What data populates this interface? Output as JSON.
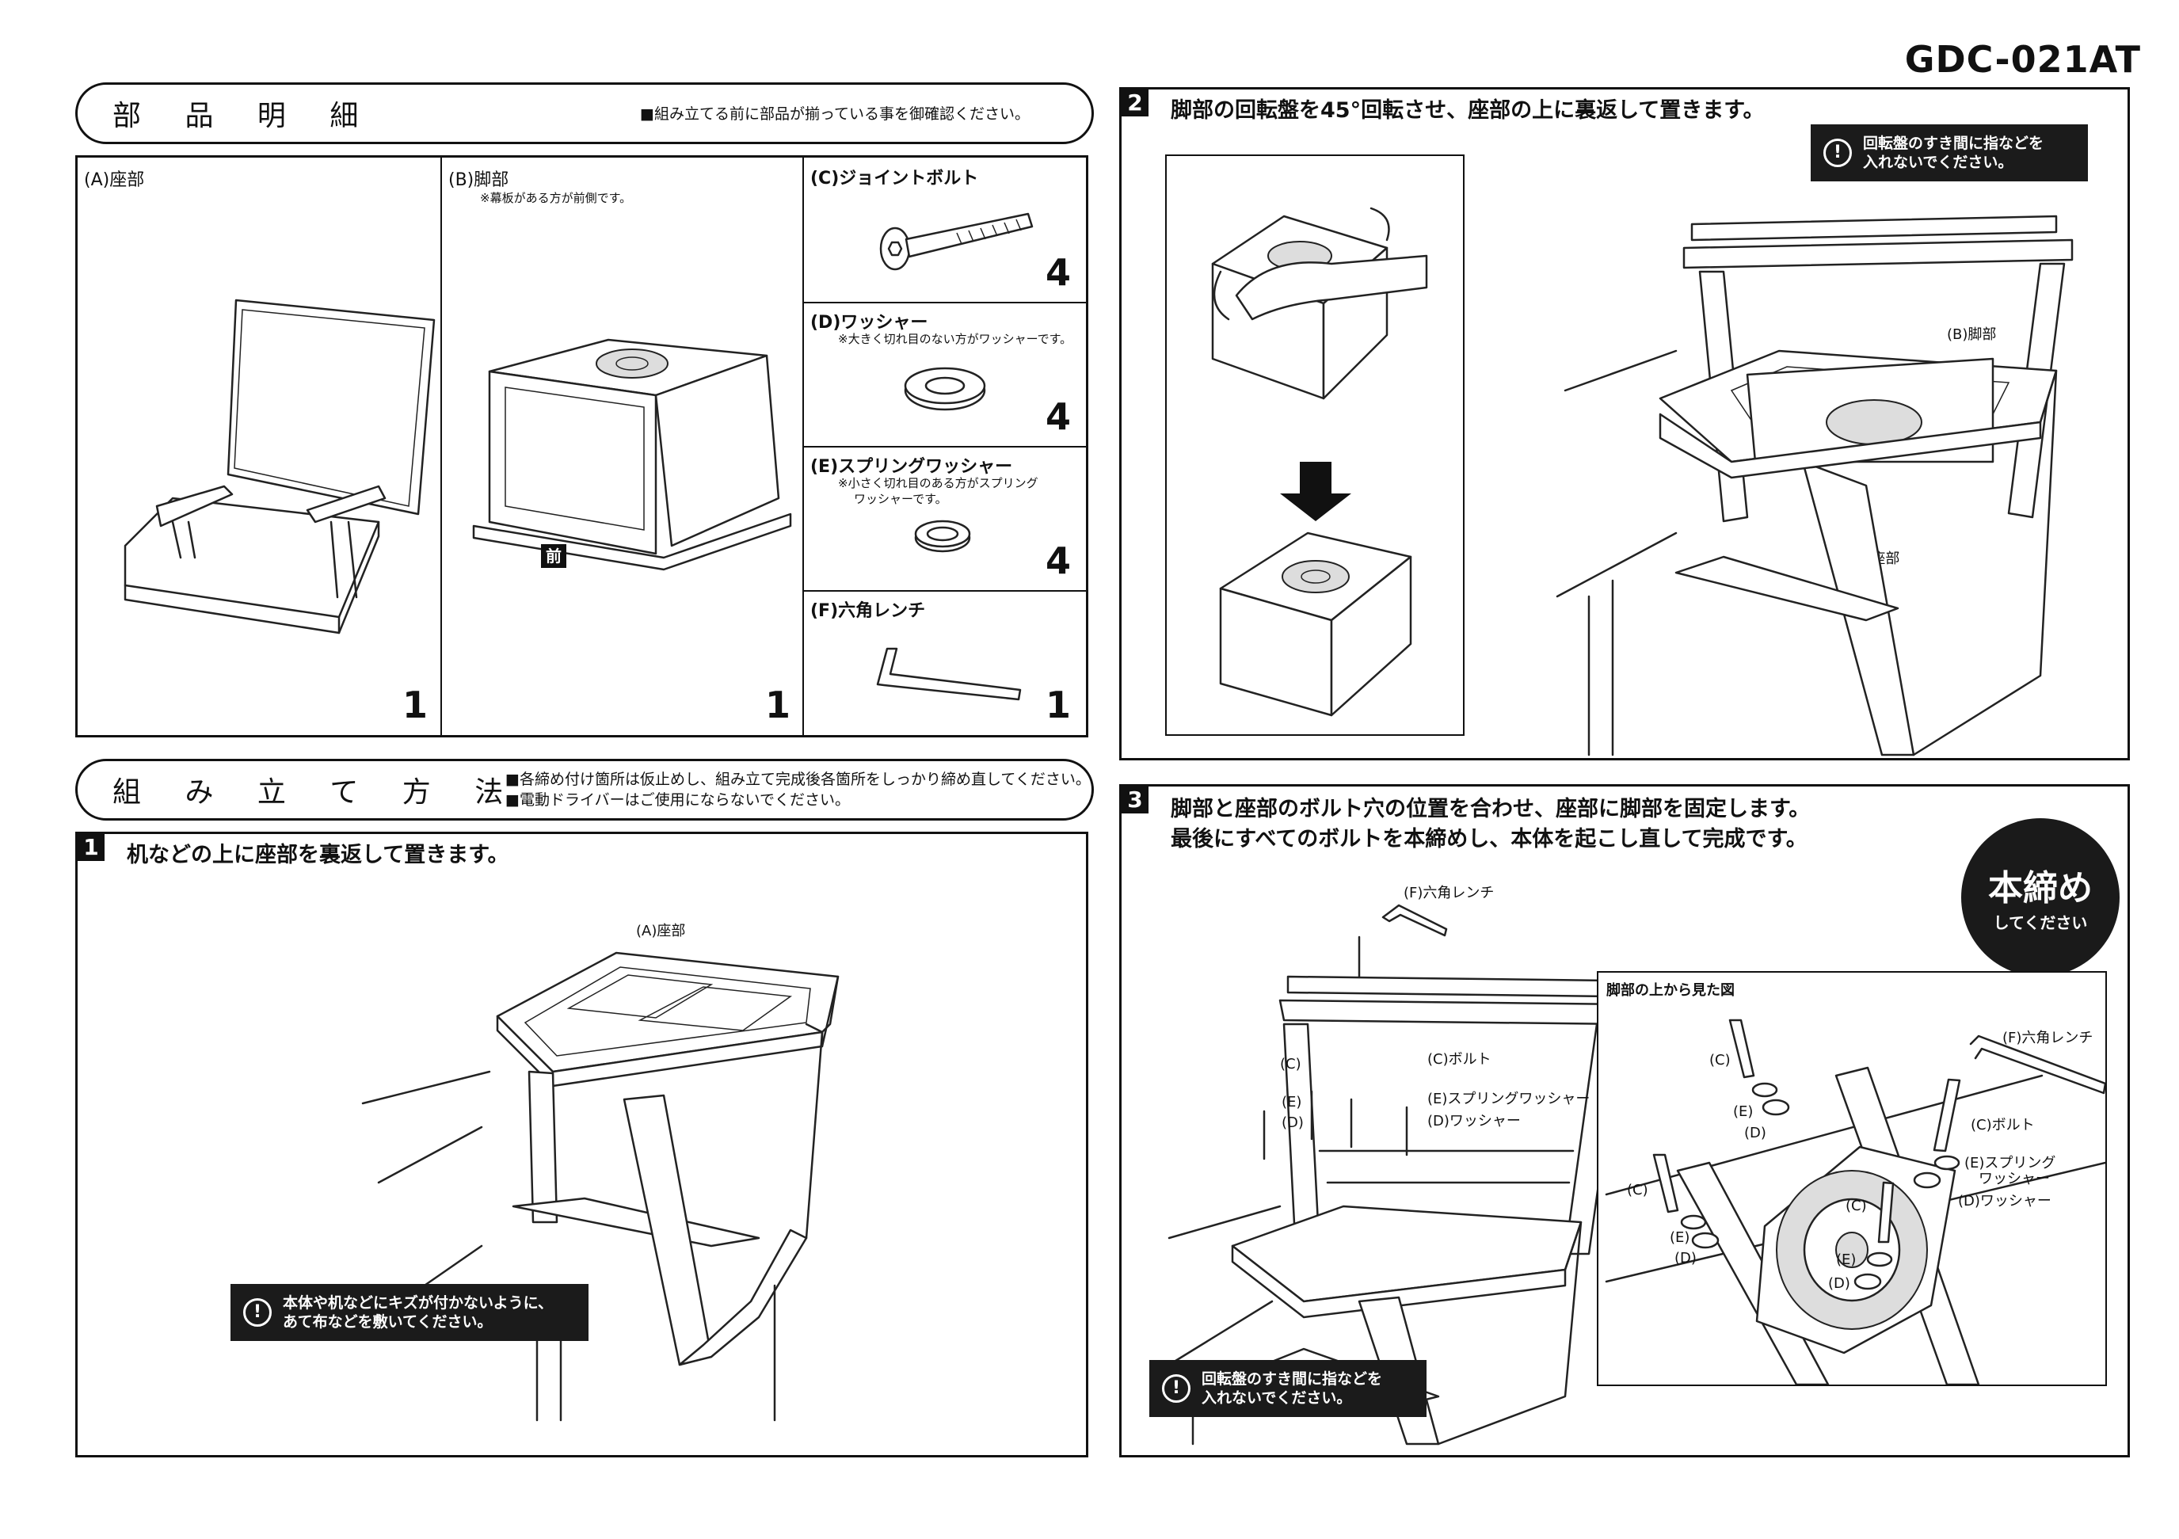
{
  "model": "GDC-021AT",
  "parts": {
    "title": "部 品 明 細",
    "note": "■組み立てる前に部品が揃っている事を御確認ください。",
    "A": {
      "label": "(A)座部",
      "qty": "1"
    },
    "B": {
      "label": "(B)脚部",
      "note": "※幕板がある方が前側です。",
      "front": "前",
      "qty": "1"
    },
    "C": {
      "label": "(C)ジョイントボルト",
      "qty": "4"
    },
    "D": {
      "label": "(D)ワッシャー",
      "note": "※大きく切れ目のない方がワッシャーです。",
      "qty": "4"
    },
    "E": {
      "label": "(E)スプリングワッシャー",
      "note1": "※小さく切れ目のある方がスプリング",
      "note2": "ワッシャーです。",
      "qty": "4"
    },
    "F": {
      "label": "(F)六角レンチ",
      "qty": "1"
    }
  },
  "assembly": {
    "title": "組 み 立 て 方 法",
    "note1": "■各締め付け箇所は仮止めし、組み立て完成後各箇所をしっかり締め直してください。",
    "note2": "■電動ドライバーはご使用にならないでください。"
  },
  "step1": {
    "num": "1",
    "text": "机などの上に座部を裏返して置きます。",
    "seat_label": "(A)座部",
    "warn1": "本体や机などにキズが付かないように、",
    "warn2": "あて布などを敷いてください。",
    "warn_icon": "!"
  },
  "step2": {
    "num": "2",
    "text": "脚部の回転盤を45°回転させ、座部の上に裏返して置きます。",
    "warn1": "回転盤のすき間に指などを",
    "warn2": "入れないでください。",
    "warn_icon": "!",
    "leg_label": "(B)脚部",
    "seat_label": "(A)座部"
  },
  "step3": {
    "num": "3",
    "text1": "脚部と座部のボルト穴の位置を合わせ、座部に脚部を固定します。",
    "text2": "最後にすべてのボルトを本締めし、本体を起こし直して完成です。",
    "badge1": "本締め",
    "badge2": "してください",
    "wrench": "(F)六角レンチ",
    "c": "(C)",
    "e": "(E)",
    "d": "(D)",
    "bolt": "(C)ボルト",
    "spring": "(E)スプリングワッシャー",
    "washer": "(D)ワッシャー",
    "top_view_title": "脚部の上から見た図",
    "tv_wrench": "(F)六角レンチ",
    "tv_bolt": "(C)ボルト",
    "tv_spring1": "(E)スプリング",
    "tv_spring2": "ワッシャー",
    "tv_washer": "(D)ワッシャー",
    "warn1": "回転盤のすき間に指などを",
    "warn2": "入れないでください。",
    "warn_icon": "!"
  }
}
